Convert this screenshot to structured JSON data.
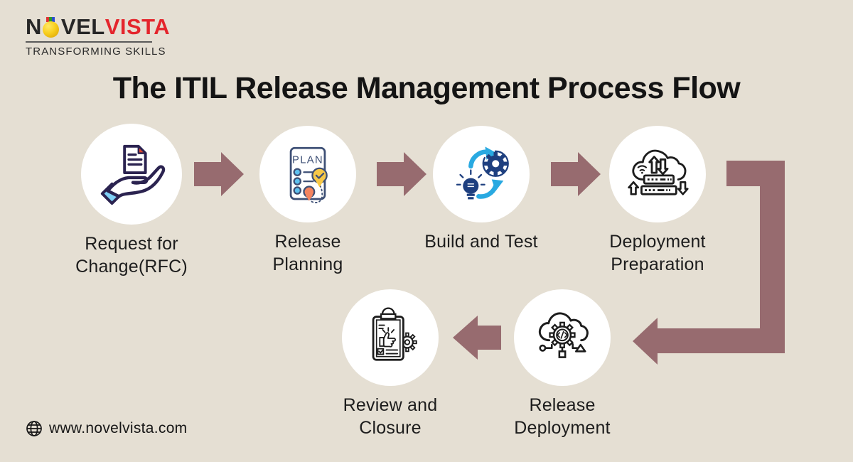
{
  "logo": {
    "name_part1": "N",
    "name_part2": "VEL",
    "name_part3": "VISTA",
    "tagline": "TRANSFORMING SKILLS"
  },
  "title": "The ITIL Release Management Process Flow",
  "steps": [
    {
      "id": "request-for-change",
      "lines": [
        "Request for",
        "Change(RFC)"
      ],
      "icon": "document-in-hand-icon"
    },
    {
      "id": "release-planning",
      "lines": [
        "Release",
        "Planning"
      ],
      "icon": "plan-checklist-icon"
    },
    {
      "id": "build-and-test",
      "lines": [
        "Build and Test"
      ],
      "icon": "bulb-gear-cycle-icon"
    },
    {
      "id": "deployment-preparation",
      "lines": [
        "Deployment",
        "Preparation"
      ],
      "icon": "cloud-servers-icon"
    },
    {
      "id": "review-and-closure",
      "lines": [
        "Review and",
        "Closure"
      ],
      "icon": "clipboard-thumbsup-icon"
    },
    {
      "id": "release-deployment",
      "lines": [
        "Release",
        "Deployment"
      ],
      "icon": "cloud-gear-code-icon"
    }
  ],
  "icon_text": {
    "plan": "PLAN"
  },
  "footer": {
    "website": "www.novelvista.com"
  },
  "colors": {
    "background": "#e5dfd3",
    "arrow": "#976b6f",
    "brand_red": "#e4252c",
    "brand_dark": "#262626",
    "circle_fill": "#ffffff",
    "icon_navy": "#2b2350",
    "icon_blue": "#29a9e1",
    "icon_dark_blue": "#1e3f7f",
    "icon_yellow": "#f7c847",
    "icon_orange": "#f4845f",
    "icon_sky": "#7fd0f5"
  }
}
